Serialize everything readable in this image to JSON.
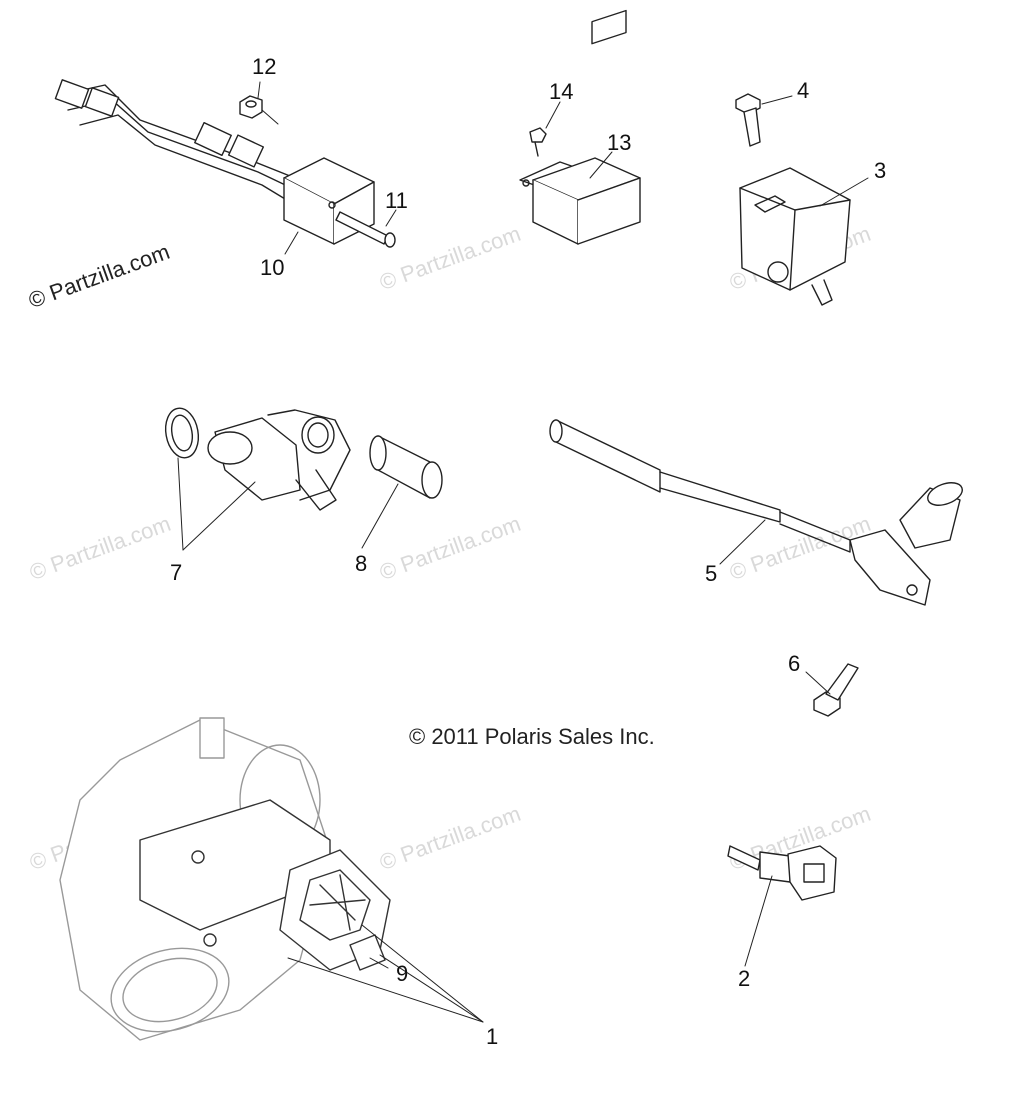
{
  "watermark": {
    "text": "© Partzilla.com"
  },
  "copyright": "© 2011 Polaris Sales Inc.",
  "callouts": {
    "c1": "1",
    "c2": "2",
    "c3": "3",
    "c4": "4",
    "c5": "5",
    "c6": "6",
    "c7": "7",
    "c8": "8",
    "c9": "9",
    "c10": "10",
    "c11": "11",
    "c12": "12",
    "c13": "13",
    "c14": "14"
  }
}
